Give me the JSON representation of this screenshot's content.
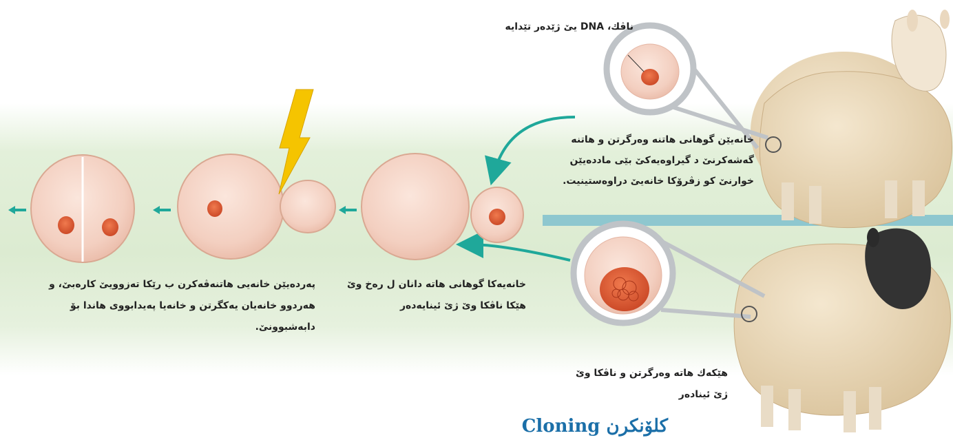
{
  "labels": {
    "nucleus": "ناڤك، DNA يێ ژێدەر تێدایە",
    "body_cell": "خانەیێن گوهانی هاتنە وەرگرتن و هاتنە گەشەكرنێ د گیراوەیەكێ بێی ماددەیێن خوارنێ كو زڤرۆكا خانەیێ دراوەستینیت.",
    "egg": "هێكەك هاتە وەرگرتن و ناڤكا وێ ژێ ئینادەر",
    "fusion": "خانەیەكا گوهانی هاتە دانان ل رەخ وێ هێكا ناڤكا وێ ژێ ئینایەدەر",
    "division": "پەردەیێن خانەیی هاتنەڤەكرن ب رێكا تەزوویێ كارەبێ، و هەردوو خانەیان یەكگرتن و خانەیا پەیدابووی هاندا بۆ دابەشبوونێ."
  },
  "title": "كلۆنكرن Cloning",
  "colors": {
    "band": "#dcebd1",
    "arrow": "#1fa89a",
    "divider": "#8ec7cf",
    "nucleus": "#e0603a",
    "cell": "#f6d9cd",
    "lightning": "#f5c400",
    "title": "#1b6fa8"
  },
  "icons": [
    "sheep-donor-illustration",
    "sheep-egg-donor-illustration",
    "lightning-icon",
    "arrow-left-icon"
  ]
}
